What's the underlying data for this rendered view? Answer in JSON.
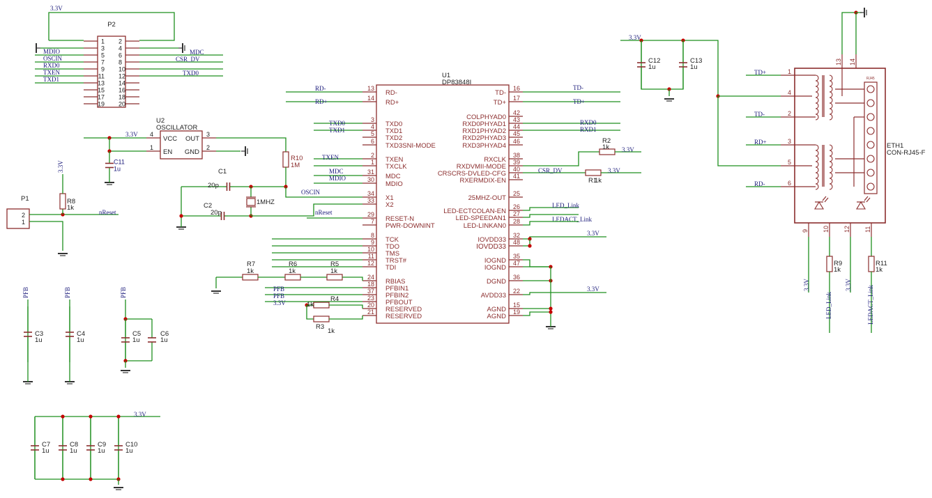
{
  "p2": {
    "ref": "P2",
    "pins_left": [
      "1",
      "3",
      "5",
      "7",
      "9",
      "11",
      "13",
      "15",
      "17",
      "19"
    ],
    "pins_right": [
      "2",
      "4",
      "6",
      "8",
      "10",
      "12",
      "14",
      "16",
      "18",
      "20"
    ],
    "net_top": "3.3V",
    "nets_left": [
      "MDIO",
      "OSCIN",
      "RXD0",
      "TXEN",
      "TXD1"
    ],
    "nets_right": [
      "MDC",
      "CSR_DV",
      "TXD0"
    ]
  },
  "u2": {
    "ref": "U2",
    "name": "OSCILLATOR",
    "pin_vcc": "VCC",
    "pin_en": "EN",
    "pin_out": "OUT",
    "pin_gnd": "GND",
    "pin_vcc_num": "4",
    "pin_en_num": "1",
    "pin_out_num": "3",
    "pin_gnd_num": "2",
    "net_vcc": "3.3V"
  },
  "u1": {
    "ref": "U1",
    "name": "DP83848I",
    "left_pins": [
      {
        "num": "13",
        "name": "RD-",
        "net": "RD-"
      },
      {
        "num": "14",
        "name": "RD+",
        "net": "RD+"
      },
      {
        "num": "3",
        "name": "TXD0",
        "net": "TXD0"
      },
      {
        "num": "4",
        "name": "TXD1",
        "net": "TXD1"
      },
      {
        "num": "5",
        "name": "TXD2",
        "net": ""
      },
      {
        "num": "6",
        "name": "TXD3SNI-MODE",
        "net": ""
      },
      {
        "num": "2",
        "name": "TXEN",
        "net": "TXEN"
      },
      {
        "num": "1",
        "name": "TXCLK",
        "net": ""
      },
      {
        "num": "31",
        "name": "MDC",
        "net": "MDC"
      },
      {
        "num": "30",
        "name": "MDIO",
        "net": "MDIO"
      },
      {
        "num": "34",
        "name": "X1",
        "net": "OSCIN"
      },
      {
        "num": "33",
        "name": "X2",
        "net": ""
      },
      {
        "num": "29",
        "name": "RESET-N",
        "net": "nReset"
      },
      {
        "num": "7",
        "name": "PWR-DOWNINT",
        "net": ""
      },
      {
        "num": "8",
        "name": "TCK",
        "net": ""
      },
      {
        "num": "9",
        "name": "TDO",
        "net": ""
      },
      {
        "num": "10",
        "name": "TMS",
        "net": ""
      },
      {
        "num": "11",
        "name": "TRST#",
        "net": ""
      },
      {
        "num": "12",
        "name": "TDI",
        "net": ""
      },
      {
        "num": "24",
        "name": "RBIAS",
        "net": ""
      },
      {
        "num": "18",
        "name": "PFBIN1",
        "net": "PFB"
      },
      {
        "num": "37",
        "name": "PFBIN2",
        "net": "PFB"
      },
      {
        "num": "23",
        "name": "PFBOUT",
        "net": "3.3V"
      },
      {
        "num": "20",
        "name": "RESERVED",
        "net": ""
      },
      {
        "num": "21",
        "name": "RESERVED",
        "net": ""
      }
    ],
    "right_pins": [
      {
        "num": "16",
        "name": "TD-",
        "net": "TD-"
      },
      {
        "num": "17",
        "name": "TD+",
        "net": "TD+"
      },
      {
        "num": "42",
        "name": "COLPHYAD0",
        "net": ""
      },
      {
        "num": "43",
        "name": "RXD0PHYAD1",
        "net": "RXD0"
      },
      {
        "num": "44",
        "name": "RXD1PHYAD2",
        "net": "RXD1"
      },
      {
        "num": "45",
        "name": "RXD2PHYAD3",
        "net": ""
      },
      {
        "num": "46",
        "name": "RXD3PHYAD4",
        "net": ""
      },
      {
        "num": "38",
        "name": "RXCLK",
        "net": ""
      },
      {
        "num": "39",
        "name": "RXDVMII-MODE",
        "net": ""
      },
      {
        "num": "40",
        "name": "CRSCRS-DVLED-CFG",
        "net": "CSR_DV"
      },
      {
        "num": "41",
        "name": "RXERMDIX-EN",
        "net": ""
      },
      {
        "num": "25",
        "name": "25MHZ-OUT",
        "net": ""
      },
      {
        "num": "26",
        "name": "LED-ECTCOLAN-EN",
        "net": "LED_Link"
      },
      {
        "num": "27",
        "name": "LED-SPEEDAN1",
        "net": "LEDACT_Link"
      },
      {
        "num": "28",
        "name": "LED-LINKAN0",
        "net": ""
      },
      {
        "num": "32",
        "name": "IOVDD33",
        "net": "3.3V"
      },
      {
        "num": "48",
        "name": "IOVDD33",
        "net": ""
      },
      {
        "num": "35",
        "name": "IOGND",
        "net": ""
      },
      {
        "num": "47",
        "name": "IOGND",
        "net": ""
      },
      {
        "num": "36",
        "name": "DGND",
        "net": ""
      },
      {
        "num": "22",
        "name": "AVDD33",
        "net": "3.3V"
      },
      {
        "num": "15",
        "name": "AGND",
        "net": ""
      },
      {
        "num": "19",
        "name": "AGND",
        "net": ""
      }
    ]
  },
  "eth1": {
    "ref": "ETH1",
    "name": "CON-RJ45-F",
    "left_pins": [
      {
        "num": "1",
        "net": "TD+"
      },
      {
        "num": "4",
        "net": ""
      },
      {
        "num": "2",
        "net": "TD-"
      },
      {
        "num": "3",
        "net": "RD+"
      },
      {
        "num": "5",
        "net": ""
      },
      {
        "num": "6",
        "net": "RD-"
      }
    ],
    "top_pins": [
      "13",
      "14"
    ],
    "bottom_pins": [
      "9",
      "10",
      "12",
      "11"
    ],
    "bottom_nets": [
      "3.3V",
      "LED_Link",
      "3.3V",
      "LEDACT_Link"
    ]
  },
  "passives": {
    "R1": {
      "ref": "R1",
      "value": "1k"
    },
    "R2": {
      "ref": "R2",
      "value": "1k"
    },
    "R3": {
      "ref": "R3",
      "value": "1k"
    },
    "R4": {
      "ref": "R4",
      "value": "1k"
    },
    "R5": {
      "ref": "R5",
      "value": "1k"
    },
    "R6": {
      "ref": "R6",
      "value": "1k"
    },
    "R7": {
      "ref": "R7",
      "value": "1k"
    },
    "R8": {
      "ref": "R8",
      "value": "1k"
    },
    "R9": {
      "ref": "R9",
      "value": "1k"
    },
    "R10": {
      "ref": "R10",
      "value": "1M"
    },
    "R11": {
      "ref": "R11",
      "value": "1k"
    },
    "C1": {
      "ref": "C1",
      "value": "20p"
    },
    "C2": {
      "ref": "C2",
      "value": "20p"
    },
    "C3": {
      "ref": "C3",
      "value": "1u"
    },
    "C4": {
      "ref": "C4",
      "value": "1u"
    },
    "C5": {
      "ref": "C5",
      "value": "1u"
    },
    "C6": {
      "ref": "C6",
      "value": "1u"
    },
    "C7": {
      "ref": "C7",
      "value": "1u"
    },
    "C8": {
      "ref": "C8",
      "value": "1u"
    },
    "C9": {
      "ref": "C9",
      "value": "1u"
    },
    "C10": {
      "ref": "C10",
      "value": "1u"
    },
    "C11": {
      "ref": "C11",
      "value": "1u"
    },
    "C12": {
      "ref": "C12",
      "value": "1u"
    },
    "C13": {
      "ref": "C13",
      "value": "1u"
    },
    "Y1": {
      "value": "1MHZ"
    }
  },
  "p1": {
    "ref": "P1",
    "pins": [
      "2",
      "1"
    ]
  },
  "nets": {
    "v33": "3.3V",
    "nreset": "nReset",
    "pfb": "PFB",
    "oscin": "OSCIN"
  },
  "colors": {
    "wire": "#1e8f1e",
    "part": "#8b2d2d",
    "text_part": "#8b2d2d",
    "net_text": "#1a1a7a",
    "junction": "#c40000"
  }
}
